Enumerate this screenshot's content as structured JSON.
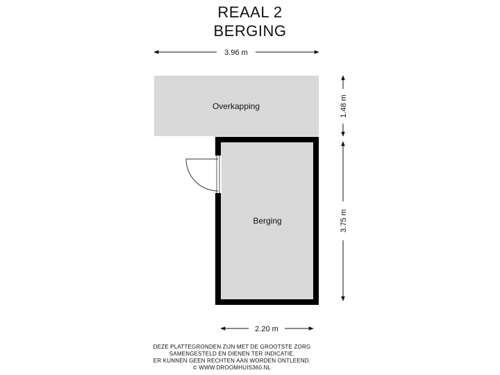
{
  "title": {
    "line1": "REAAL 2",
    "line2": "BERGING"
  },
  "dimensions": {
    "top_width": "3.96 m",
    "overkapping_depth": "1.48 m",
    "berging_depth": "3.75 m",
    "berging_width": "2.20 m"
  },
  "rooms": {
    "overkapping": "Overkapping",
    "berging": "Berging"
  },
  "disclaimer": [
    "DEZE PLATTEGRONDEN ZIJN MET DE GROOTSTE ZORG",
    "SAMENGESTELD EN DIENEN TER INDICATIE.",
    "ER KUNNEN GEEN RECHTEN AAN WORDEN ONTLEEND.",
    "© WWW.DROOMHUIS360.NL"
  ],
  "colors": {
    "floor": "#d9d9d9",
    "wall": "#000000",
    "line": "#111111"
  }
}
